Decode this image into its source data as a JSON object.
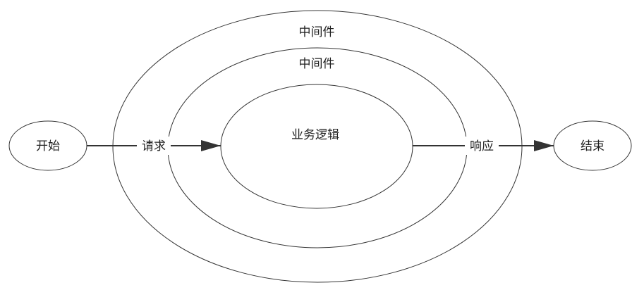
{
  "nodes": {
    "start": "开始",
    "end": "结束",
    "outer_middleware": "中间件",
    "inner_middleware": "中间件",
    "business_logic": "业务逻辑"
  },
  "edges": {
    "request": "请求",
    "response": "响应"
  },
  "colors": {
    "stroke": "#333333",
    "background": "#ffffff"
  }
}
